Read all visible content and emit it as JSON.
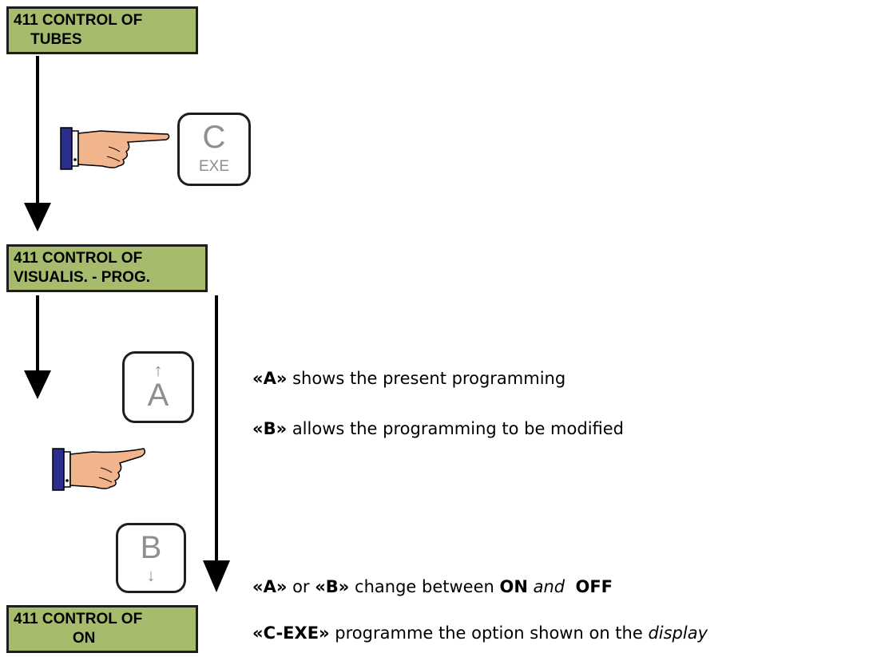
{
  "displays": [
    {
      "line1": "411 CONTROL OF",
      "line2": "    TUBES"
    },
    {
      "line1": "411 CONTROL OF",
      "line2": "VISUALIS. - PROG."
    },
    {
      "line1": "411 CONTROL OF",
      "line2": "              ON"
    }
  ],
  "keys": {
    "c_exe": {
      "main": "C",
      "sub": "EXE"
    },
    "a": {
      "main": "A",
      "arrow": "↑"
    },
    "b": {
      "main": "B",
      "arrow": "↓"
    }
  },
  "descriptions": {
    "a_shows": {
      "key": "«A»",
      "text": " shows the present programming"
    },
    "b_allows": {
      "key": "«B»",
      "text": " allows the programming to be modified"
    },
    "ab_change": {
      "key1": "«A»",
      "or": " or ",
      "key2": "«B»",
      "text": " change between ",
      "on": "ON",
      "and": " and ",
      "off": "OFF"
    },
    "cexe": {
      "key": "«C-EXE»",
      "text": " programme the option shown on the ",
      "display": "display"
    }
  },
  "colors": {
    "lcd_background": "#a6bc6c",
    "key_text": "#8f8f8f",
    "sleeve": "#2b2e8c",
    "hand_skin": "#f2b48c"
  }
}
